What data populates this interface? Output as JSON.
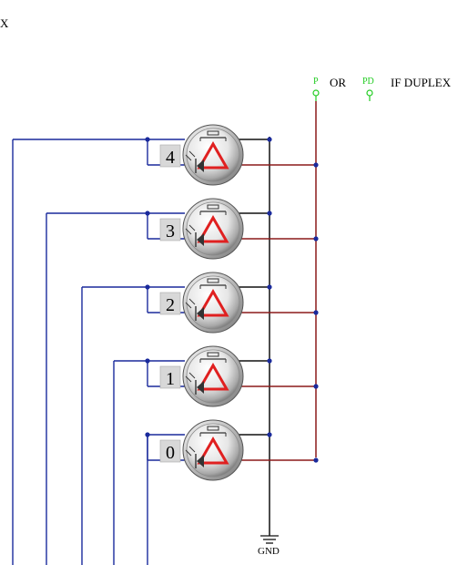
{
  "top_left_label": "X",
  "power_label_p": "P",
  "power_label_or": "OR",
  "power_label_pd": "PD",
  "power_label_if_duplex": "IF DUPLEX",
  "ground_label": "GND",
  "buttons": [
    {
      "number": "4"
    },
    {
      "number": "3"
    },
    {
      "number": "2"
    },
    {
      "number": "1"
    },
    {
      "number": "0"
    }
  ],
  "colors": {
    "blue_wire": "#1a2a9c",
    "red_wire": "#8b1a1a",
    "black_wire": "#111111",
    "led_triangle": "#e02020",
    "power_pin": "#22cc22"
  }
}
